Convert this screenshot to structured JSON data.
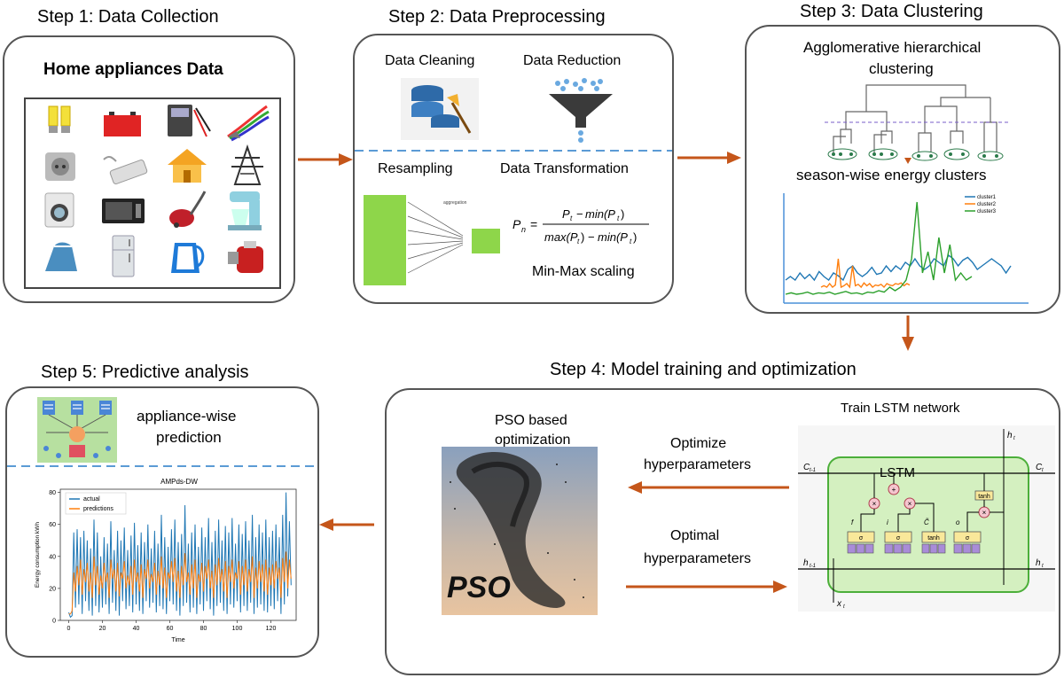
{
  "steps": {
    "s1": {
      "title": "Step 1: Data Collection",
      "heading": "Home appliances Data"
    },
    "s2": {
      "title": "Step 2: Data Preprocessing",
      "cleaning": "Data Cleaning",
      "reduction": "Data Reduction",
      "resampling": "Resampling",
      "transformation": "Data Transformation",
      "minmax": "Min-Max scaling",
      "agg_caption": "aggregation"
    },
    "s3": {
      "title": "Step 3: Data Clustering",
      "method_line1": "Agglomerative hierarchical",
      "method_line2": "clustering",
      "clusters": "season-wise energy clusters",
      "legend": [
        "cluster1",
        "cluster2",
        "cluster3"
      ]
    },
    "s4": {
      "title": "Step 4: Model training and optimization",
      "pso_line1": "PSO based",
      "pso_line2": "optimization",
      "lstm_title": "Train LSTM network",
      "opt_line1": "Optimize",
      "opt_line2": "hyperparameters",
      "optimal_line1": "Optimal",
      "optimal_line2": "hyperparameters",
      "pso_img_text": "PSO",
      "lstm_label": "LSTM"
    },
    "s5": {
      "title": "Step 5: Predictive analysis",
      "pred_line1": "appliance-wise",
      "pred_line2": "prediction"
    }
  },
  "colors": {
    "arrow": "#c5561a",
    "panel_border": "#555555",
    "dashed": "#5b9bd5",
    "green_block": "#8ed64a",
    "lstm_fill": "#d4f0c0",
    "lstm_border": "#4caf3a",
    "blue": "#1f77b4",
    "orange": "#ff7f0e",
    "green": "#2ca02c"
  },
  "icons": [
    "light-bulbs-icon",
    "battery-icon",
    "multimeter-icon",
    "cables-icon",
    "socket-icon",
    "power-strip-icon",
    "house-icon",
    "power-tower-icon",
    "washing-machine-icon",
    "microwave-icon",
    "vacuum-icon",
    "mixer-icon",
    "iron-icon",
    "fridge-icon",
    "kettle-icon",
    "meat-grinder-icon",
    "database-cleaning-icon",
    "funnel-icon",
    "network-icon",
    "flock-image"
  ],
  "chart_data": [
    {
      "type": "line",
      "title": "",
      "xlabel": "",
      "ylabel": "",
      "series": [
        {
          "name": "cluster1",
          "values": [
            3,
            3.5,
            3,
            4,
            3.2,
            3.8,
            3,
            4.2,
            3.5,
            3,
            4,
            3.6,
            3,
            4.5,
            5,
            4,
            3.5,
            4,
            4.8,
            3.8,
            4,
            5,
            4.2,
            5,
            4.5,
            5.5,
            5,
            6,
            5,
            4.5,
            5,
            6,
            5.5,
            5,
            6.5,
            6,
            5,
            5.8,
            6.2,
            5.5,
            4.5,
            5,
            5.5,
            6,
            5.5,
            5,
            4,
            5
          ]
        },
        {
          "name": "cluster2",
          "values": [
            2,
            2.2,
            2,
            2.5,
            2,
            2.3,
            6,
            2,
            2.2,
            2.5,
            2,
            5,
            2.2,
            2.4,
            2,
            2.6,
            2.2,
            2.5,
            2,
            2.3,
            2.2,
            2.4,
            2,
            2.5,
            2.3,
            2.2,
            2.5,
            2.4,
            2.6,
            2.2,
            2.5,
            2.3
          ]
        },
        {
          "name": "cluster3",
          "values": [
            1,
            1.2,
            1,
            1.1,
            1.3,
            1,
            1.2,
            1.1,
            1.3,
            1,
            1.2,
            1.4,
            1.1,
            1.2,
            1,
            1.3,
            1.2,
            1.5,
            1.3,
            2,
            1.5,
            2,
            3,
            6,
            14,
            4,
            7,
            3,
            9,
            4,
            8,
            3,
            4,
            3,
            3.5
          ]
        }
      ]
    },
    {
      "type": "line",
      "title": "AMPds-DW",
      "xlabel": "Time",
      "ylabel": "Energy consumption kWh",
      "xlim": [
        -5,
        135
      ],
      "ylim": [
        0,
        82
      ],
      "xticks": [
        0,
        20,
        40,
        60,
        80,
        100,
        120
      ],
      "yticks": [
        0,
        20,
        40,
        60,
        80
      ],
      "series": [
        {
          "name": "actual",
          "values": [
            5,
            2,
            3,
            55,
            8,
            57,
            10,
            52,
            4,
            56,
            12,
            50,
            6,
            45,
            3,
            63,
            9,
            55,
            5,
            40,
            8,
            52,
            10,
            48,
            4,
            62,
            11,
            44,
            6,
            56,
            3,
            50,
            12,
            58,
            7,
            44,
            9,
            53,
            5,
            61,
            10,
            47,
            6,
            55,
            4,
            49,
            12,
            60,
            8,
            45,
            11,
            56,
            5,
            48,
            9,
            66,
            7,
            52,
            4,
            46,
            12,
            57,
            10,
            63,
            6,
            49,
            3,
            54,
            9,
            72,
            11,
            48,
            5,
            55,
            8,
            60,
            4,
            46,
            10,
            58,
            6,
            52,
            12,
            64,
            7,
            49,
            3,
            56,
            9,
            63,
            11,
            50,
            6,
            59,
            4,
            55,
            10,
            64,
            8,
            48,
            12,
            60,
            5,
            54,
            9,
            62,
            6,
            50,
            11,
            66,
            4,
            52,
            8,
            60,
            10,
            55,
            6,
            63,
            5,
            52,
            9,
            56,
            7,
            60,
            12,
            52,
            4,
            66,
            10,
            80,
            15,
            62,
            22
          ]
        },
        {
          "name": "predictions",
          "values": [
            4,
            4,
            6,
            30,
            18,
            34,
            22,
            38,
            16,
            32,
            24,
            36,
            18,
            30,
            14,
            40,
            22,
            34,
            16,
            28,
            20,
            36,
            24,
            30,
            14,
            38,
            26,
            32,
            18,
            36,
            15,
            30,
            26,
            37,
            20,
            28,
            22,
            34,
            16,
            38,
            24,
            30,
            18,
            35,
            14,
            32,
            26,
            38,
            20,
            29,
            24,
            36,
            16,
            31,
            22,
            40,
            20,
            33,
            14,
            30,
            26,
            37,
            24,
            39,
            18,
            31,
            14,
            34,
            22,
            42,
            24,
            30,
            16,
            35,
            20,
            38,
            14,
            29,
            24,
            36,
            18,
            34,
            26,
            38,
            20,
            31,
            14,
            35,
            22,
            39,
            24,
            32,
            18,
            37,
            14,
            34,
            24,
            38,
            20,
            30,
            26,
            37,
            16,
            34,
            22,
            38,
            18,
            32,
            24,
            40,
            14,
            33,
            20,
            37,
            24,
            35,
            18,
            38,
            16,
            33,
            22,
            35,
            20,
            37,
            26,
            33,
            14,
            39,
            24,
            43,
            20,
            38,
            26
          ]
        }
      ]
    }
  ]
}
